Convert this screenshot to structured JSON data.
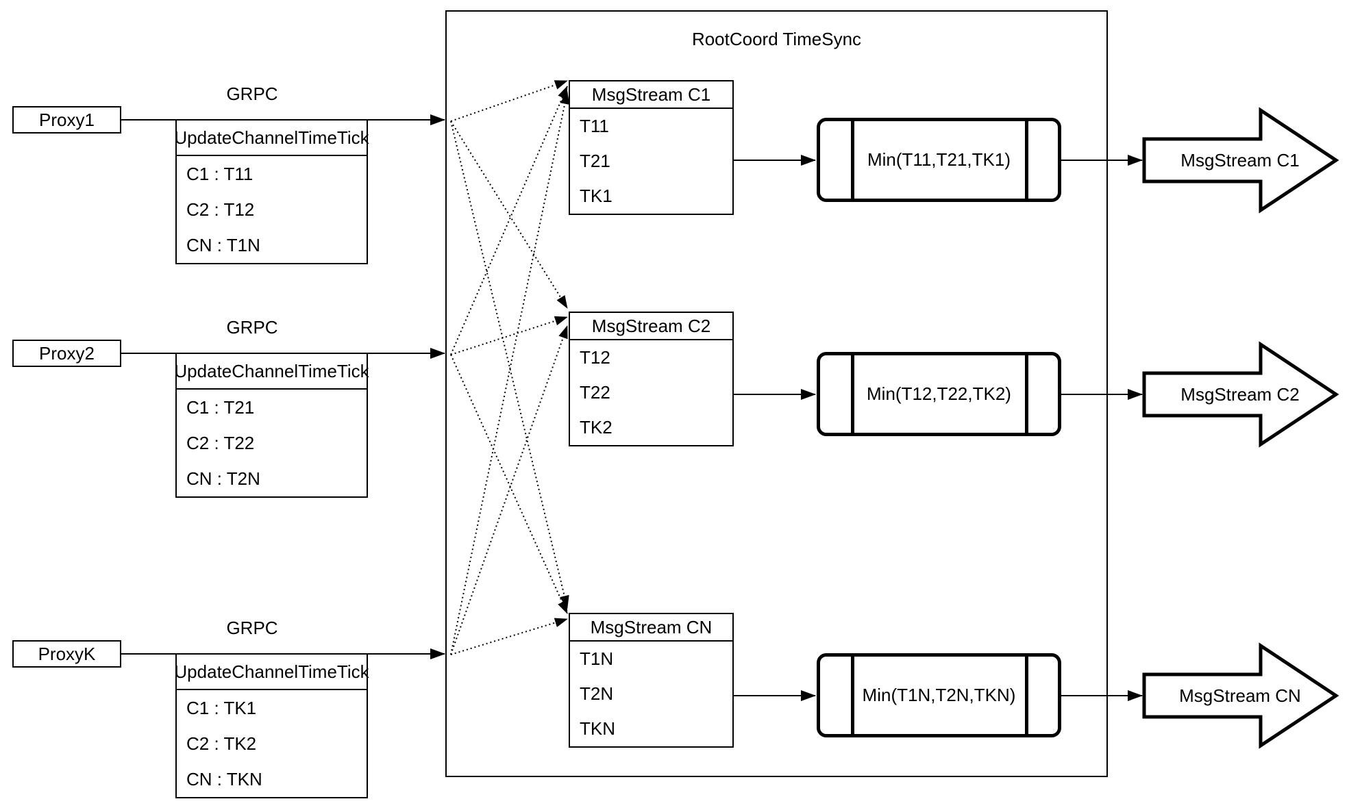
{
  "diagram": {
    "title": "RootCoord TimeSync",
    "grpc_label": "GRPC",
    "colors": {
      "stroke": "#000000",
      "background": "#ffffff"
    },
    "proxies": [
      {
        "name": "Proxy1",
        "table": {
          "header": "UpdateChannelTimeTick",
          "rows": [
            "C1 : T11",
            "C2 : T12",
            "CN : T1N"
          ]
        }
      },
      {
        "name": "Proxy2",
        "table": {
          "header": "UpdateChannelTimeTick",
          "rows": [
            "C1 : T21",
            "C2 : T22",
            "CN : T2N"
          ]
        }
      },
      {
        "name": "ProxyK",
        "table": {
          "header": "UpdateChannelTimeTick",
          "rows": [
            "C1 : TK1",
            "C2 : TK2",
            "CN : TKN"
          ]
        }
      }
    ],
    "streams": [
      {
        "header": "MsgStream C1",
        "rows": [
          "T11",
          "T21",
          "TK1"
        ],
        "min_label": "Min(T11,T21,TK1)",
        "output_label": "MsgStream C1"
      },
      {
        "header": "MsgStream C2",
        "rows": [
          "T12",
          "T22",
          "TK2"
        ],
        "min_label": "Min(T12,T22,TK2)",
        "output_label": "MsgStream C2"
      },
      {
        "header": "MsgStream CN",
        "rows": [
          "T1N",
          "T2N",
          "TKN"
        ],
        "min_label": "Min(T1N,T2N,TKN)",
        "output_label": "MsgStream CN"
      }
    ]
  }
}
